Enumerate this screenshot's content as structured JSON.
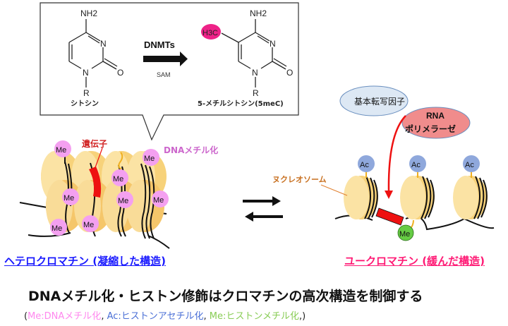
{
  "reaction_box": {
    "substrate": {
      "name": "シトシン",
      "amino": "NH2",
      "ring_atoms": [
        "N",
        "N",
        "O"
      ],
      "substituent": "R"
    },
    "enzyme": "DNMTs",
    "cofactor": "SAM",
    "product": {
      "name": "5-メチルシトシン(5meC)",
      "methyl_group": "H3C",
      "amino": "NH2",
      "ring_atoms": [
        "N",
        "N",
        "O"
      ],
      "substituent": "R"
    },
    "colors": {
      "methyl_highlight": "#ee2288"
    }
  },
  "heterochromatin": {
    "gene_label": "遺伝子",
    "dna_methylation_label": "DNAメチル化",
    "marker_label": "Me",
    "marker_count": 8,
    "caption": "ヘテロクロマチン (凝縮した構造)",
    "colors": {
      "caption": "#1a1aff",
      "marker": "#f4a0f0",
      "gene_label": "#d02020",
      "dna_methylation_label": "#cc66cc"
    }
  },
  "equilibrium": {
    "forward": "→",
    "reverse": "←"
  },
  "euchromatin": {
    "transcription_factor": "基本転写因子",
    "rna_polymerase_line1": "RNA",
    "rna_polymerase_line2": "ポリメラーゼ",
    "nucleosome_label": "ヌクレオソーム",
    "acetyl_label": "Ac",
    "histone_methyl_label": "Me",
    "caption": "ユークロマチン (緩んだ構造)",
    "colors": {
      "caption": "#ff1a75",
      "acetyl": "#8fa8dc",
      "histone_methyl": "#66cc44",
      "tf": "#dde8f4",
      "polymerase": "#f08c8c",
      "nucleosome_label": "#c87020"
    }
  },
  "headline": "DNAメチル化・ヒストン修飾はクロマチンの高次構造を制御する",
  "legend": {
    "open": "(",
    "me_dna": "Me:DNAメチル化",
    "sep1": ", ",
    "ac": "Ac:ヒストンアセチル化",
    "sep2": ", ",
    "me_histone": "Me:ヒストンメチル化",
    "close": ",)"
  }
}
